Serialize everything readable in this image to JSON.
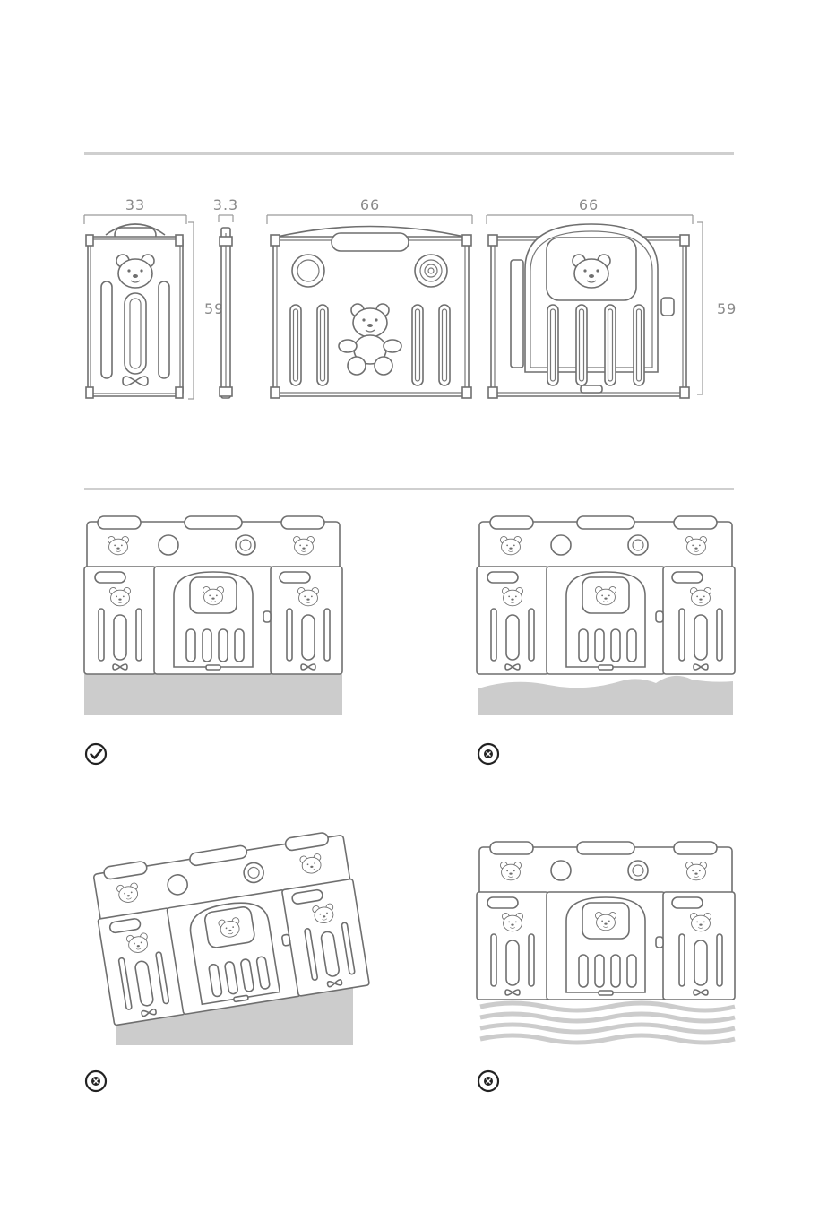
{
  "dimensions": {
    "side_panel_width": "33",
    "panel_thickness": "3.3",
    "activity_panel_width": "66",
    "door_panel_width": "66",
    "panel_height_left": "59",
    "panel_height_right": "59"
  },
  "scenarios": [
    {
      "id": "flat-ground",
      "status": "correct",
      "icon": "check-circle-icon"
    },
    {
      "id": "uneven-ground",
      "status": "incorrect",
      "icon": "cross-circle-icon"
    },
    {
      "id": "sloped-ground",
      "status": "incorrect",
      "icon": "cross-circle-icon"
    },
    {
      "id": "wavy-ground",
      "status": "incorrect",
      "icon": "cross-circle-icon"
    }
  ],
  "colors": {
    "rule": "#cfcfcf",
    "ground": "#cccccc",
    "line": "#6f6f6f"
  }
}
